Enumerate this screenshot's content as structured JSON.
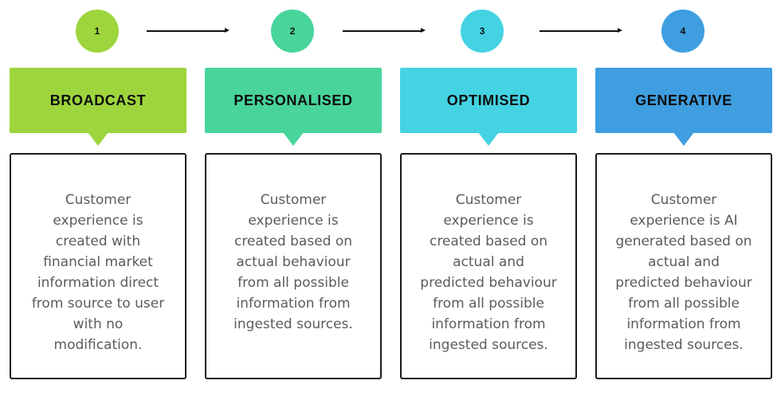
{
  "steps": [
    {
      "number": "1",
      "title": "BROADCAST",
      "description": "Customer experience is created with financial market information direct from source to user with no modification.",
      "circle_color": "#9ed53d",
      "banner_color": "#9ed53d"
    },
    {
      "number": "2",
      "title": "PERSONALISED",
      "description": "Customer experience is created based on actual behaviour from all possible information from ingested sources.",
      "circle_color": "#48d49b",
      "banner_color": "#48d49b"
    },
    {
      "number": "3",
      "title": "OPTIMISED",
      "description": "Customer experience is created based on actual and predicted behaviour from all possible information from ingested sources.",
      "circle_color": "#44d3e3",
      "banner_color": "#44d3e3"
    },
    {
      "number": "4",
      "title": "GENERATIVE",
      "description": "Customer experience is AI generated based on actual and predicted behaviour from all possible information from ingested sources.",
      "circle_color": "#3f9ee0",
      "banner_color": "#3f9ee0"
    }
  ]
}
